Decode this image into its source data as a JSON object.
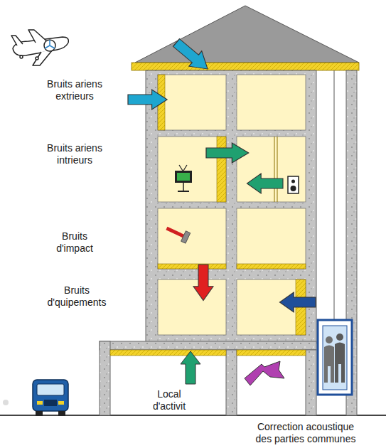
{
  "diagram": {
    "labels": [
      "Bruits ariens extrieurs",
      "Bruits ariens intrieurs",
      "Bruits d'impact",
      "Bruits d'quipements",
      "Local d'activit",
      "Correction acoustique des parties communes"
    ]
  }
}
